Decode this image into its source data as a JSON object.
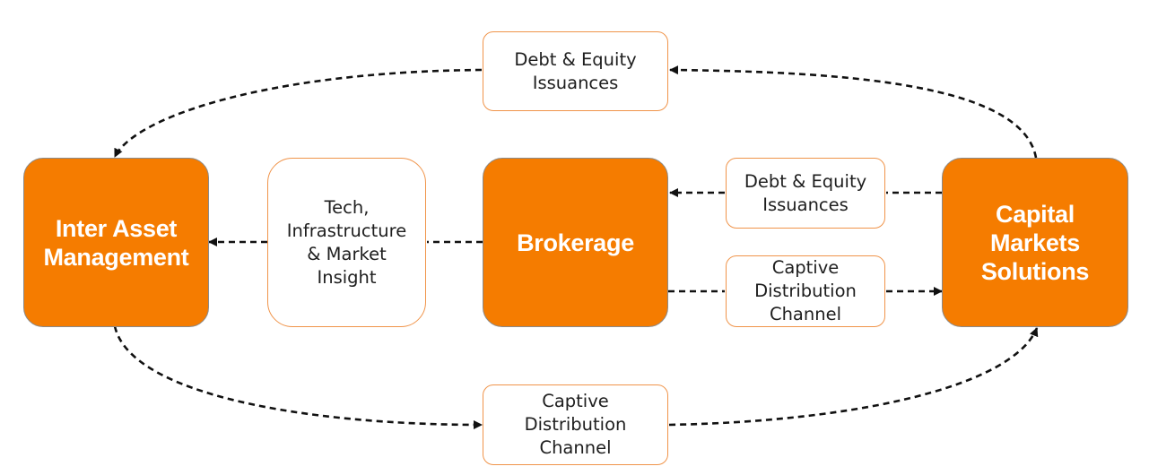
{
  "colors": {
    "primary": "#f57c00",
    "label_border": "#f0944a",
    "connector": "#111111"
  },
  "nodes": {
    "inter_asset_management": "Inter Asset\nManagement",
    "brokerage": "Brokerage",
    "capital_markets_solutions": "Capital\nMarkets\nSolutions"
  },
  "labels": {
    "top_debt_equity": "Debt & Equity\nIssuances",
    "mid_debt_equity": "Debt & Equity\nIssuances",
    "tech_infrastructure": "Tech,\nInfrastructure\n& Market\nInsight",
    "mid_captive_distribution": "Captive\nDistribution\nChannel",
    "bottom_captive_distribution": "Captive\nDistribution\nChannel"
  }
}
